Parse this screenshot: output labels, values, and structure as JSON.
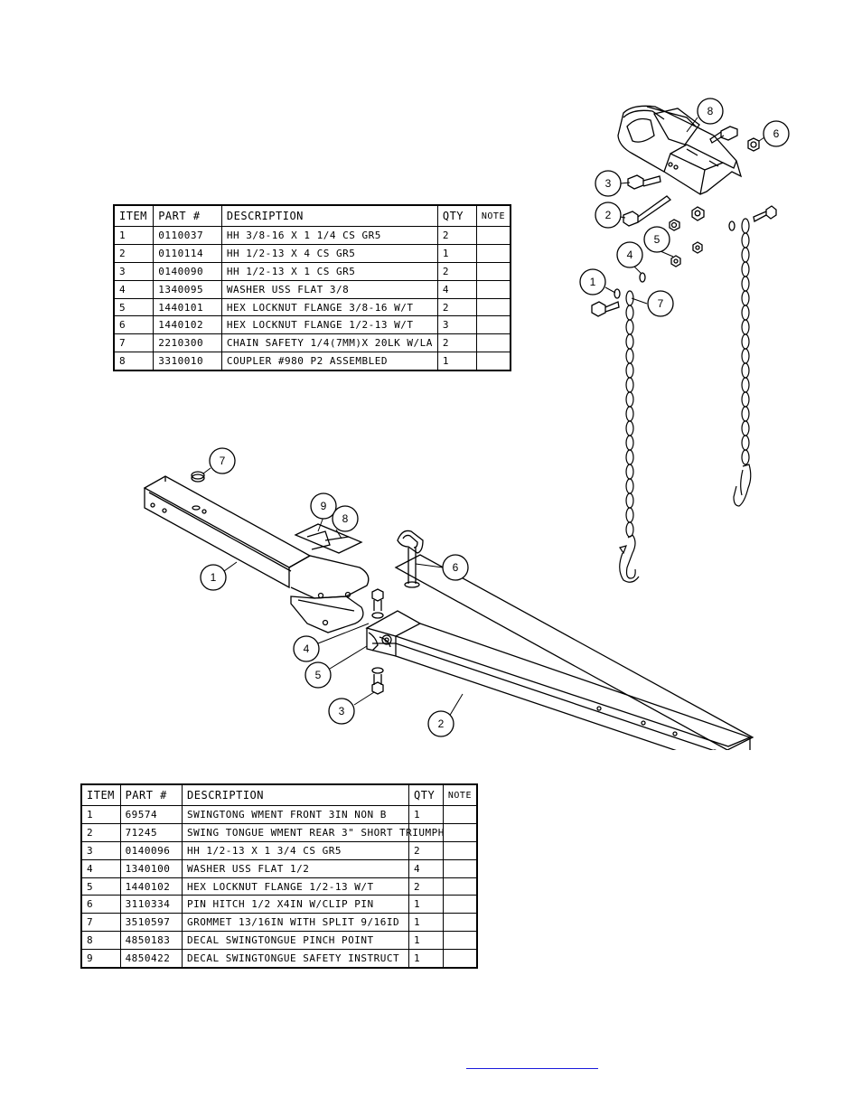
{
  "coupler_table": {
    "headers": {
      "item": "ITEM",
      "part": "PART #",
      "description": "DESCRIPTION",
      "qty": "QTY",
      "note": "NOTE"
    },
    "rows": [
      {
        "item": "1",
        "part": "0110037",
        "description": "HH 3/8-16 X 1 1/4 CS GR5",
        "qty": "2",
        "note": ""
      },
      {
        "item": "2",
        "part": "0110114",
        "description": "HH 1/2-13 X 4 CS GR5",
        "qty": "1",
        "note": ""
      },
      {
        "item": "3",
        "part": "0140090",
        "description": "HH 1/2-13 X 1 CS GR5",
        "qty": "2",
        "note": ""
      },
      {
        "item": "4",
        "part": "1340095",
        "description": "WASHER USS FLAT 3/8",
        "qty": "4",
        "note": ""
      },
      {
        "item": "5",
        "part": "1440101",
        "description": "HEX LOCKNUT FLANGE 3/8-16 W/T",
        "qty": "2",
        "note": ""
      },
      {
        "item": "6",
        "part": "1440102",
        "description": "HEX LOCKNUT FLANGE 1/2-13 W/T",
        "qty": "3",
        "note": ""
      },
      {
        "item": "7",
        "part": "2210300",
        "description": "CHAIN SAFETY 1/4(7MM)X 20LK W/LA",
        "qty": "2",
        "note": ""
      },
      {
        "item": "8",
        "part": "3310010",
        "description": "COUPLER #980 P2 ASSEMBLED",
        "qty": "1",
        "note": ""
      }
    ]
  },
  "tongue_table": {
    "headers": {
      "item": "ITEM",
      "part": "PART #",
      "description": "DESCRIPTION",
      "qty": "QTY",
      "note": "NOTE"
    },
    "rows": [
      {
        "item": "1",
        "part": "69574",
        "description": "SWINGTONG WMENT FRONT 3IN NON B",
        "qty": "1",
        "note": ""
      },
      {
        "item": "2",
        "part": "71245",
        "description": "SWING TONGUE WMENT REAR 3\" SHORT TRIUMPH",
        "qty": "",
        "note": ""
      },
      {
        "item": "3",
        "part": "0140096",
        "description": "HH 1/2-13 X 1 3/4 CS GR5",
        "qty": "2",
        "note": ""
      },
      {
        "item": "4",
        "part": "1340100",
        "description": "WASHER USS FLAT 1/2",
        "qty": "4",
        "note": ""
      },
      {
        "item": "5",
        "part": "1440102",
        "description": "HEX LOCKNUT FLANGE 1/2-13 W/T",
        "qty": "2",
        "note": ""
      },
      {
        "item": "6",
        "part": "3110334",
        "description": "PIN HITCH 1/2 X4IN W/CLIP PIN",
        "qty": "1",
        "note": ""
      },
      {
        "item": "7",
        "part": "3510597",
        "description": "GROMMET 13/16IN  WITH SPLIT 9/16ID",
        "qty": "1",
        "note": ""
      },
      {
        "item": "8",
        "part": "4850183",
        "description": "DECAL SWINGTONGUE PINCH POINT",
        "qty": "1",
        "note": ""
      },
      {
        "item": "9",
        "part": "4850422",
        "description": "DECAL SWINGTONGUE SAFETY INSTRUCT",
        "qty": "1",
        "note": ""
      }
    ]
  },
  "coupler_balloons": [
    "8",
    "6",
    "3",
    "2",
    "5",
    "4",
    "1",
    "7"
  ],
  "tongue_balloons": [
    "7",
    "9",
    "8",
    "6",
    "1",
    "4",
    "5",
    "3",
    "2"
  ]
}
